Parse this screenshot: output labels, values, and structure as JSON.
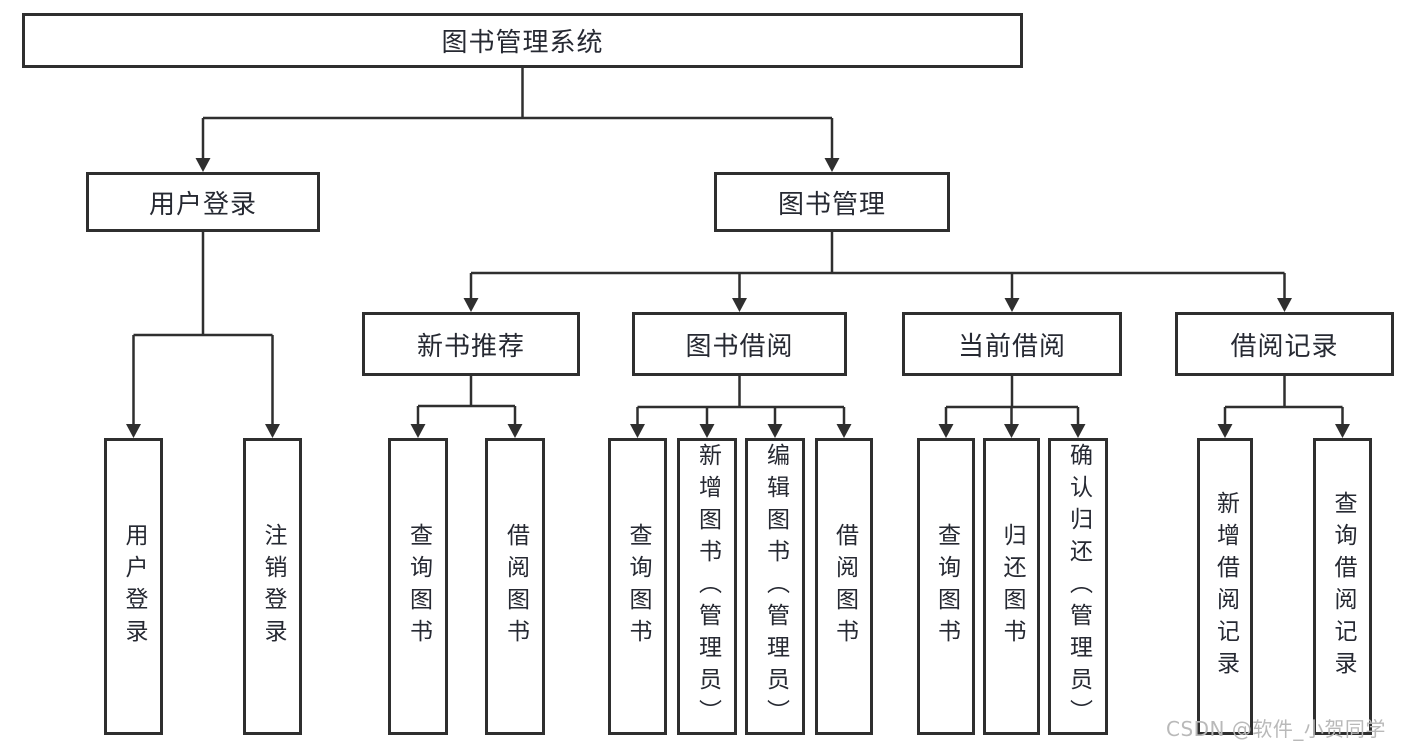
{
  "tree": {
    "root": {
      "label": "图书管理系统",
      "children": [
        {
          "label": "用户登录",
          "children": [
            {
              "label": "用户登录"
            },
            {
              "label": "注销登录"
            }
          ]
        },
        {
          "label": "图书管理",
          "children": [
            {
              "label": "新书推荐",
              "children": [
                {
                  "label": "查询图书"
                },
                {
                  "label": "借阅图书"
                }
              ]
            },
            {
              "label": "图书借阅",
              "children": [
                {
                  "label": "查询图书"
                },
                {
                  "label": "新增图书（管理员）"
                },
                {
                  "label": "编辑图书（管理员）"
                },
                {
                  "label": "借阅图书"
                }
              ]
            },
            {
              "label": "当前借阅",
              "children": [
                {
                  "label": "查询图书"
                },
                {
                  "label": "归还图书"
                },
                {
                  "label": "确认归还（管理员）"
                }
              ]
            },
            {
              "label": "借阅记录",
              "children": [
                {
                  "label": "新增借阅记录"
                },
                {
                  "label": "查询借阅记录"
                }
              ]
            }
          ]
        }
      ]
    }
  },
  "watermark": {
    "text": "CSDN @软件_小贺同学"
  },
  "colors": {
    "line": "#2f2f2f",
    "text": "#262932",
    "watermark": "#b9b9b9",
    "background": "#ffffff"
  }
}
